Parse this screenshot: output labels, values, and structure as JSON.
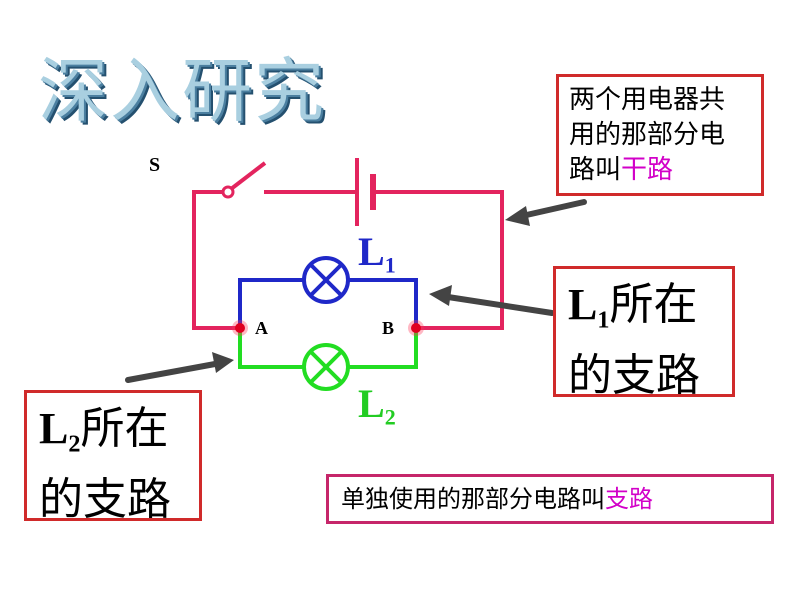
{
  "title": "深入研究",
  "switch_label": "S",
  "node_a": "A",
  "node_b": "B",
  "lamp1": {
    "letter": "L",
    "sub": "1"
  },
  "lamp2": {
    "letter": "L",
    "sub": "2"
  },
  "callout_main": {
    "line1": "两个用电器共",
    "line2": "用的那部分电",
    "line3_prefix": "路叫",
    "line3_highlight": "干路"
  },
  "callout_l1": {
    "letter": "L",
    "sub": "1",
    "rest": "所在",
    "line2": "的支路"
  },
  "callout_l2": {
    "letter": "L",
    "sub": "2",
    "rest": "所在",
    "line2": "的支路"
  },
  "callout_branch": {
    "prefix": "单独使用的那部分电路叫",
    "highlight": "支路"
  },
  "colors": {
    "main_circuit": "#e3245e",
    "branch1": "#1f28c8",
    "branch2": "#22dd22",
    "arrow": "#444444",
    "highlight": "#d200c8"
  }
}
